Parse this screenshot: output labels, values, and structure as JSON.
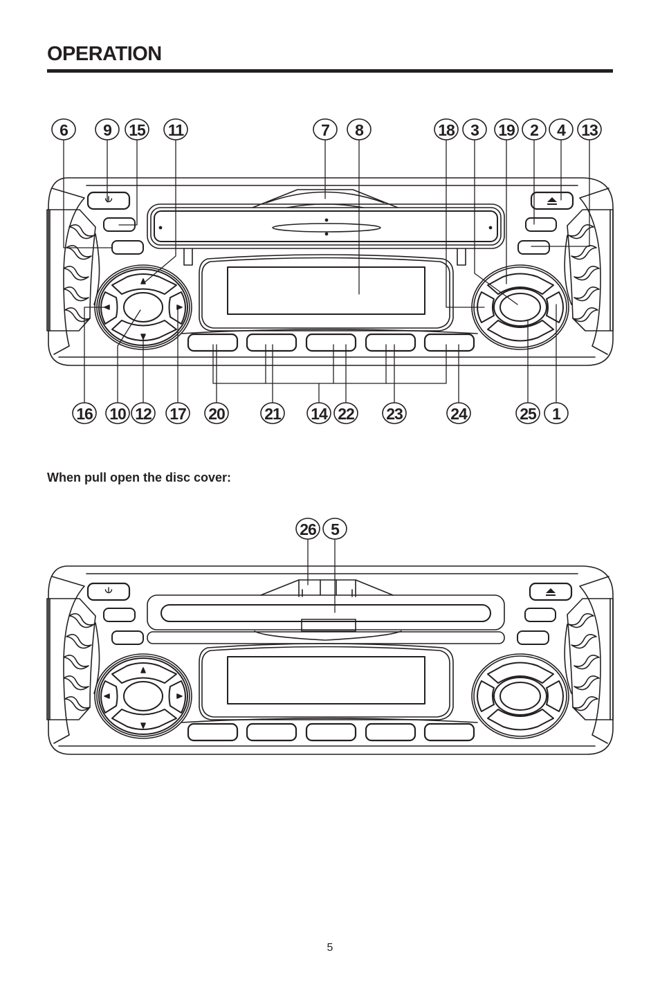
{
  "page": {
    "section_title": "OPERATION",
    "subheading": "When pull open the disc cover:",
    "page_number": "5"
  },
  "diagram_top": {
    "description": "Car stereo faceplate, front view, with numbered callouts",
    "callouts_top": [
      "6",
      "9",
      "15",
      "11",
      "7",
      "8",
      "18",
      "3",
      "19",
      "2",
      "4",
      "13"
    ],
    "callouts_bottom": [
      "16",
      "10",
      "12",
      "17",
      "20",
      "21",
      "14",
      "22",
      "23",
      "24",
      "25",
      "1"
    ],
    "icons": {
      "power_button": "power-icon",
      "eject_button": "eject-icon",
      "dpad_up": "triangle-up",
      "dpad_down": "triangle-down",
      "dpad_left": "triangle-left",
      "dpad_right": "triangle-right"
    },
    "preset_buttons_count": 5
  },
  "diagram_bottom": {
    "description": "Car stereo faceplate with disc cover pulled open",
    "callouts_top": [
      "26",
      "5"
    ]
  },
  "colors": {
    "ink": "#231f20",
    "paper": "#ffffff"
  }
}
